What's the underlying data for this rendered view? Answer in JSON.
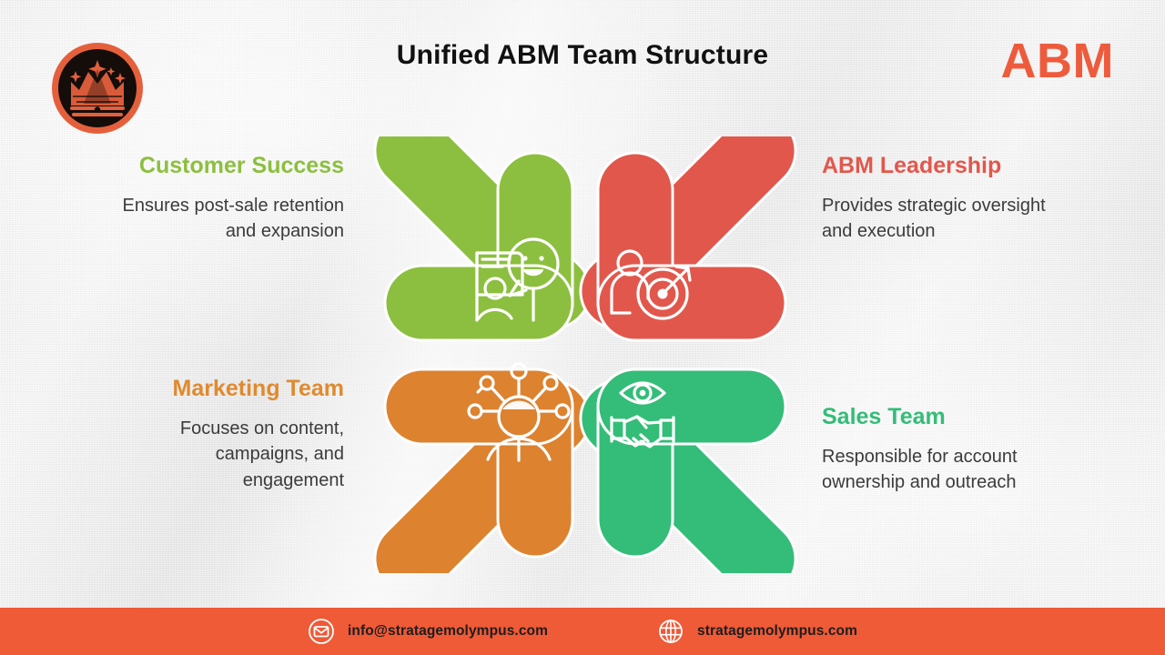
{
  "header": {
    "title": "Unified ABM Team Structure",
    "brand_mark": "ABM",
    "brand_color": "#EE5B3C",
    "logo_icon": "mountain-crown-logo-icon"
  },
  "quadrants": [
    {
      "id": "customer-success",
      "heading": "Customer Success",
      "description": "Ensures post-sale retention and expansion",
      "color": "#8CBF3F",
      "icon": "person-speech-bubble-icon",
      "arrow_direction": "down-right",
      "align": "right"
    },
    {
      "id": "abm-leadership",
      "heading": "ABM Leadership",
      "description": "Provides strategic oversight and execution",
      "color": "#E2574C",
      "icon": "person-target-dart-icon",
      "arrow_direction": "down-left",
      "align": "left"
    },
    {
      "id": "marketing-team",
      "heading": "Marketing Team",
      "description": "Focuses on content, campaigns, and engagement",
      "color": "#DD822F",
      "icon": "person-network-nodes-icon",
      "arrow_direction": "up-right",
      "align": "right"
    },
    {
      "id": "sales-team",
      "heading": "Sales Team",
      "description": "Responsible for account ownership and outreach",
      "color": "#34BD78",
      "icon": "handshake-eye-icon",
      "arrow_direction": "up-left",
      "align": "left"
    }
  ],
  "footer": {
    "background_color": "#EF5A37",
    "email": "info@stratagemolympus.com",
    "email_icon": "envelope-circle-icon",
    "website": "stratagemolympus.com",
    "website_icon": "globe-icon"
  }
}
